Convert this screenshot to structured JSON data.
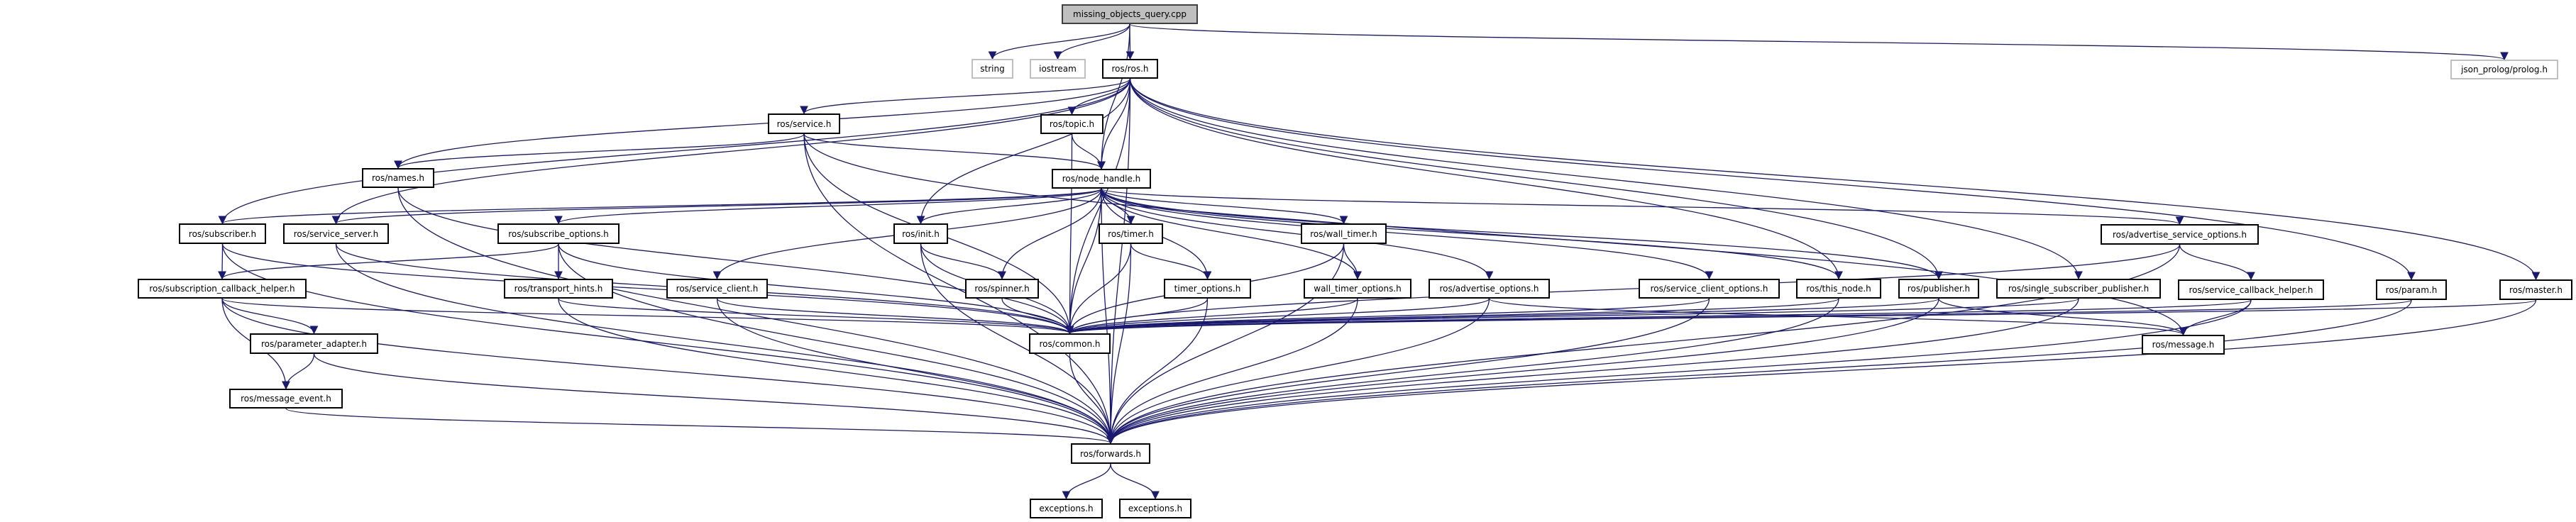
{
  "colors": {
    "edge": "#191970",
    "root_fill": "#bfbfbf",
    "external_border": "#bfbfbf"
  },
  "nodes": {
    "root": "missing_objects_query.cpp",
    "string": "string",
    "iostream": "iostream",
    "ros": "ros/ros.h",
    "prolog": "json_prolog/prolog.h",
    "service": "ros/service.h",
    "topic": "ros/topic.h",
    "names": "ros/names.h",
    "node_handle": "ros/node_handle.h",
    "subscriber": "ros/subscriber.h",
    "service_server": "ros/service_server.h",
    "subscribe_options": "ros/subscribe_options.h",
    "init": "ros/init.h",
    "timer": "ros/timer.h",
    "wall_timer": "ros/wall_timer.h",
    "advertise_service_options": "ros/advertise_service_options.h",
    "subscription_callback_helper": "ros/subscription_callback_helper.h",
    "transport_hints": "ros/transport_hints.h",
    "service_client": "ros/service_client.h",
    "spinner": "ros/spinner.h",
    "timer_options": "timer_options.h",
    "wall_timer_options": "wall_timer_options.h",
    "advertise_options": "ros/advertise_options.h",
    "service_client_options": "ros/service_client_options.h",
    "this_node": "ros/this_node.h",
    "publisher": "ros/publisher.h",
    "single_subscriber_publisher": "ros/single_subscriber_publisher.h",
    "service_callback_helper": "ros/service_callback_helper.h",
    "param": "ros/param.h",
    "master": "ros/master.h",
    "parameter_adapter": "ros/parameter_adapter.h",
    "common": "ros/common.h",
    "message": "ros/message.h",
    "message_event": "ros/message_event.h",
    "forwards": "ros/forwards.h",
    "exceptions1": "exceptions.h",
    "exceptions2": "exceptions.h"
  },
  "edges": [
    [
      "root",
      "string"
    ],
    [
      "root",
      "iostream"
    ],
    [
      "root",
      "ros"
    ],
    [
      "root",
      "node_handle"
    ],
    [
      "root",
      "prolog"
    ],
    [
      "ros",
      "service"
    ],
    [
      "ros",
      "names"
    ],
    [
      "ros",
      "subscriber"
    ],
    [
      "ros",
      "service_server"
    ],
    [
      "ros",
      "topic"
    ],
    [
      "ros",
      "node_handle"
    ],
    [
      "ros",
      "common"
    ],
    [
      "ros",
      "init"
    ],
    [
      "ros",
      "forwards"
    ],
    [
      "ros",
      "this_node"
    ],
    [
      "ros",
      "publisher"
    ],
    [
      "ros",
      "single_subscriber_publisher"
    ],
    [
      "ros",
      "param"
    ],
    [
      "ros",
      "master"
    ],
    [
      "service",
      "names"
    ],
    [
      "service",
      "node_handle"
    ],
    [
      "service",
      "common"
    ],
    [
      "service",
      "forwards"
    ],
    [
      "service",
      "message"
    ],
    [
      "topic",
      "node_handle"
    ],
    [
      "topic",
      "common"
    ],
    [
      "names",
      "forwards"
    ],
    [
      "names",
      "common"
    ],
    [
      "node_handle",
      "subscriber"
    ],
    [
      "node_handle",
      "service_server"
    ],
    [
      "node_handle",
      "subscribe_options"
    ],
    [
      "node_handle",
      "init"
    ],
    [
      "node_handle",
      "timer"
    ],
    [
      "node_handle",
      "wall_timer"
    ],
    [
      "node_handle",
      "advertise_service_options"
    ],
    [
      "node_handle",
      "spinner"
    ],
    [
      "node_handle",
      "timer_options"
    ],
    [
      "node_handle",
      "wall_timer_options"
    ],
    [
      "node_handle",
      "advertise_options"
    ],
    [
      "node_handle",
      "service_client"
    ],
    [
      "node_handle",
      "service_client_options"
    ],
    [
      "node_handle",
      "this_node"
    ],
    [
      "node_handle",
      "publisher"
    ],
    [
      "node_handle",
      "common"
    ],
    [
      "node_handle",
      "forwards"
    ],
    [
      "subscriber",
      "subscription_callback_helper"
    ],
    [
      "subscriber",
      "common"
    ],
    [
      "subscriber",
      "forwards"
    ],
    [
      "service_server",
      "common"
    ],
    [
      "service_server",
      "forwards"
    ],
    [
      "subscribe_options",
      "subscription_callback_helper"
    ],
    [
      "subscribe_options",
      "transport_hints"
    ],
    [
      "subscribe_options",
      "common"
    ],
    [
      "subscribe_options",
      "forwards"
    ],
    [
      "init",
      "spinner"
    ],
    [
      "init",
      "common"
    ],
    [
      "init",
      "forwards"
    ],
    [
      "timer",
      "timer_options"
    ],
    [
      "timer",
      "common"
    ],
    [
      "timer",
      "forwards"
    ],
    [
      "wall_timer",
      "wall_timer_options"
    ],
    [
      "wall_timer",
      "common"
    ],
    [
      "wall_timer",
      "forwards"
    ],
    [
      "advertise_service_options",
      "service_callback_helper"
    ],
    [
      "advertise_service_options",
      "common"
    ],
    [
      "advertise_service_options",
      "forwards"
    ],
    [
      "subscription_callback_helper",
      "parameter_adapter"
    ],
    [
      "subscription_callback_helper",
      "message_event"
    ],
    [
      "subscription_callback_helper",
      "common"
    ],
    [
      "subscription_callback_helper",
      "forwards"
    ],
    [
      "transport_hints",
      "common"
    ],
    [
      "transport_hints",
      "forwards"
    ],
    [
      "service_client",
      "common"
    ],
    [
      "service_client",
      "forwards"
    ],
    [
      "spinner",
      "common"
    ],
    [
      "timer_options",
      "common"
    ],
    [
      "timer_options",
      "forwards"
    ],
    [
      "wall_timer_options",
      "common"
    ],
    [
      "wall_timer_options",
      "forwards"
    ],
    [
      "advertise_options",
      "common"
    ],
    [
      "advertise_options",
      "forwards"
    ],
    [
      "advertise_options",
      "message"
    ],
    [
      "service_client_options",
      "common"
    ],
    [
      "service_client_options",
      "forwards"
    ],
    [
      "this_node",
      "common"
    ],
    [
      "this_node",
      "forwards"
    ],
    [
      "publisher",
      "common"
    ],
    [
      "publisher",
      "forwards"
    ],
    [
      "publisher",
      "message"
    ],
    [
      "single_subscriber_publisher",
      "common"
    ],
    [
      "single_subscriber_publisher",
      "forwards"
    ],
    [
      "service_callback_helper",
      "common"
    ],
    [
      "service_callback_helper",
      "message"
    ],
    [
      "service_callback_helper",
      "forwards"
    ],
    [
      "param",
      "common"
    ],
    [
      "param",
      "forwards"
    ],
    [
      "master",
      "common"
    ],
    [
      "master",
      "forwards"
    ],
    [
      "parameter_adapter",
      "message_event"
    ],
    [
      "parameter_adapter",
      "forwards"
    ],
    [
      "message_event",
      "forwards"
    ],
    [
      "common",
      "forwards"
    ],
    [
      "forwards",
      "exceptions1"
    ],
    [
      "forwards",
      "exceptions2"
    ]
  ]
}
